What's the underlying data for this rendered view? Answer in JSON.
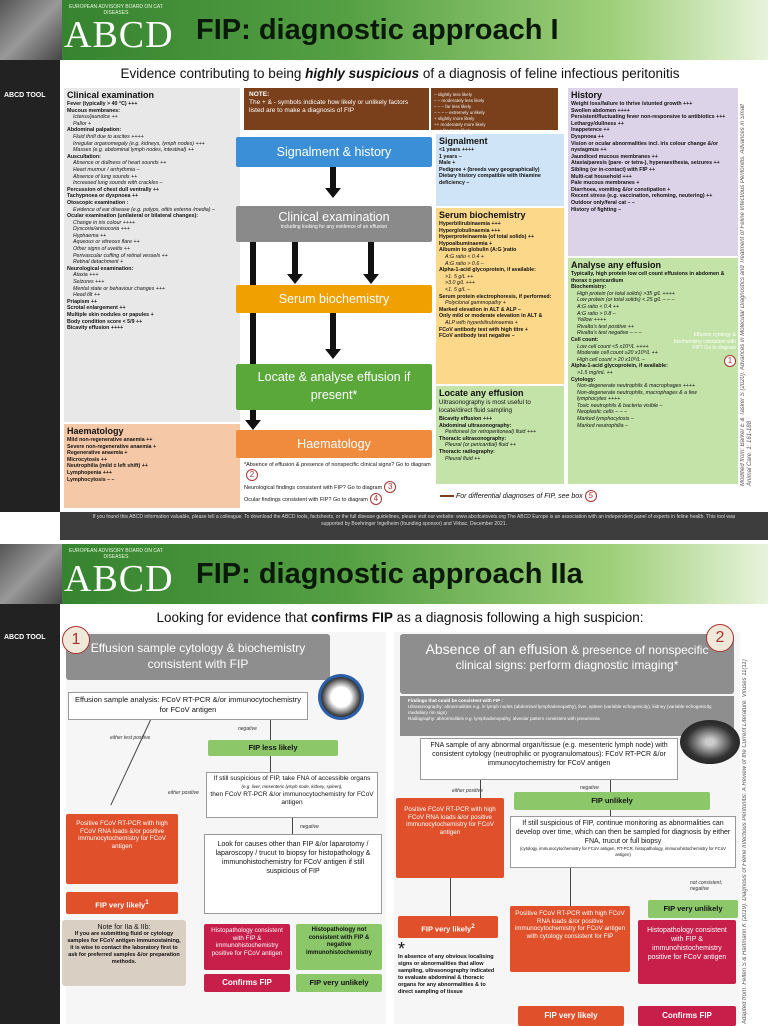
{
  "page1": {
    "logo_sub": "EUROPEAN ADVISORY BOARD ON CAT DISEASES",
    "logo": "ABCD",
    "title": "FIP: diagnostic approach I",
    "tool_label": "ABCD TOOL",
    "subtitle_pre": "Evidence contributing to being ",
    "subtitle_em": "highly suspicious",
    "subtitle_post": " of a diagnosis of feline infectious peritonitis",
    "clinical": {
      "title": "Clinical examination",
      "lines": [
        {
          "t": "Fever (typically > 40 °C) +++",
          "c": "b"
        },
        {
          "t": "Mucous membranes:",
          "c": "b"
        },
        {
          "t": "Icterus/jaundice ++",
          "c": "ind"
        },
        {
          "t": "Pallor +",
          "c": "ind"
        },
        {
          "t": "Abdominal palpation:",
          "c": "b"
        },
        {
          "t": "Fluid thrill due to ascites ++++",
          "c": "ind"
        },
        {
          "t": "Irregular organomegaly (e.g. kidneys, lymph nodes) +++",
          "c": "ind"
        },
        {
          "t": "Masses (e.g. abdominal lymph nodes, intestinal) ++",
          "c": "ind"
        },
        {
          "t": "Auscultation:",
          "c": "b"
        },
        {
          "t": "Absence or dullness of heart sounds ++",
          "c": "ind"
        },
        {
          "t": "Heart murmur / arrhythmia –",
          "c": "ind"
        },
        {
          "t": "Absence of lung sounds ++",
          "c": "ind"
        },
        {
          "t": "Increased lung sounds with crackles –",
          "c": "ind"
        },
        {
          "t": "Percussion of chest dull ventrally ++",
          "c": "b"
        },
        {
          "t": "Tachypnoea or dyspnoea ++",
          "c": "b"
        },
        {
          "t": "Otoscopic examination :",
          "c": "b"
        },
        {
          "t": "Evidence of ear disease (e.g. polyps, otitis externa /media) –",
          "c": "ind"
        },
        {
          "t": "Ocular examination (unilateral or bilateral changes):",
          "c": "b"
        },
        {
          "t": "Change in iris colour ++++",
          "c": "ind"
        },
        {
          "t": "Dyscoria/anisocoria +++",
          "c": "ind"
        },
        {
          "t": "Hyphaema ++",
          "c": "ind"
        },
        {
          "t": "Aqueous or vitreous flare ++",
          "c": "ind"
        },
        {
          "t": "Other signs of uveitis ++",
          "c": "ind"
        },
        {
          "t": "Perivascular cuffing of retinal vessels ++",
          "c": "ind"
        },
        {
          "t": "Retinal detachment +",
          "c": "ind"
        },
        {
          "t": "Neurological examination:",
          "c": "b"
        },
        {
          "t": "Ataxia +++",
          "c": "ind"
        },
        {
          "t": "Seizures +++",
          "c": "ind"
        },
        {
          "t": "Mental state or behaviour changes +++",
          "c": "ind"
        },
        {
          "t": "Head tilt ++",
          "c": "ind"
        },
        {
          "t": "Priapism ++",
          "c": "b"
        },
        {
          "t": "Scrotal enlargement ++",
          "c": "b"
        },
        {
          "t": "Multiple skin nodules or papules +",
          "c": "b"
        },
        {
          "t": "Body condition score < 5/9 ++",
          "c": "b"
        },
        {
          "t": "Bicavity effusion ++++",
          "c": "b"
        }
      ]
    },
    "haem": {
      "title": "Haematology",
      "lines": [
        "Mild non-regenerative anaemia ++",
        "Severe non-regenerative anaemia +",
        "Regenerative anaemia +",
        "Microcytosis ++",
        "Neutrophilia (mild ± left shift) ++",
        "Lymphopenia +++",
        "Lymphocytosis – –"
      ]
    },
    "note": {
      "title": "NOTE:",
      "text": "The + & - symbols indicate how likely or unlikely factors listed are to make a diagnosis of FIP",
      "legend_left": [
        "– slightly less likely",
        "– – moderately less likely",
        "– – – far less likely",
        "– – – – extremely unlikely"
      ],
      "legend_right": [
        "+ slightly more likely",
        "++ moderately more likely",
        "+++ far more likely",
        "++++ extremely likely"
      ]
    },
    "flow": {
      "signalment": "Signalment & history",
      "clinical": "Clinical examination",
      "clinical_sub": "including looking for any evidence of an effusion",
      "serum": "Serum biochemistry",
      "effusion": "Locate & analyse effusion if present*",
      "haem": "Haematology"
    },
    "footnotes": {
      "n1": "*Absence of effusion & presence of nonspecific clinical signs? Go to diagram",
      "n1c": "2",
      "n2": "Neurological findings consistent with FIP? Go to diagram",
      "n2c": "3",
      "n3": "Ocular findings consistent with FIP? Go to diagram",
      "n3c": "4",
      "diff": "For differential diagnoses of FIP, see box",
      "diffc": "5"
    },
    "signalment": {
      "title": "Signalment",
      "lines": [
        "<1 years ++++",
        "1 years –",
        "Male +",
        "Pedigree + (breeds vary geographically)",
        "Dietary history compatible with thiamine",
        "deficiency –"
      ]
    },
    "serum": {
      "title": "Serum biochemistry",
      "lines": [
        {
          "t": "Hyperbilirubinaemia +++",
          "c": "b"
        },
        {
          "t": "Hyperglobulinaemia +++",
          "c": "b"
        },
        {
          "t": "Hyperproteinaemia (of total solids) ++",
          "c": "b"
        },
        {
          "t": "Hypoalbuminaemia +",
          "c": "b"
        },
        {
          "t": "Albumin to globulin (A:G )ratio",
          "c": "b"
        },
        {
          "t": "A:G ratio < 0.4 +",
          "c": "ind"
        },
        {
          "t": "A:G ratio > 0.6 –",
          "c": "ind"
        },
        {
          "t": "Alpha-1-acid glycoprotein, if available:",
          "c": "b"
        },
        {
          "t": ">1. 5 g/L ++",
          "c": "ind"
        },
        {
          "t": ">3.0 g/L +++",
          "c": "ind"
        },
        {
          "t": "<1. 5 g/L –",
          "c": "ind"
        },
        {
          "t": "Serum protein electrophoresis, if performed:",
          "c": "b"
        },
        {
          "t": "Polyclonal gammopathy +",
          "c": "ind"
        },
        {
          "t": "Marked elevation in ALT & ALP –",
          "c": "b"
        },
        {
          "t": "Only mild or moderate elevation in ALT &",
          "c": "b"
        },
        {
          "t": "ALP with hyperbilirubinaemia +",
          "c": "ind"
        },
        {
          "t": "FCoV antibody test with high titre +",
          "c": "b"
        },
        {
          "t": "FCoV antibody test negative –",
          "c": "b"
        }
      ]
    },
    "locate": {
      "title": "Locate any effusion",
      "text": "Ultrasonography is most useful to locate/direct fluid sampling",
      "lines": [
        {
          "t": "Bicavity effusion +++",
          "c": "b"
        },
        {
          "t": "Abdominal ultrasonography:",
          "c": "b"
        },
        {
          "t": "Peritoneal (or retroperitoneal) fluid +++",
          "c": "ind"
        },
        {
          "t": "Thoracic ultrasonography:",
          "c": "b"
        },
        {
          "t": "Pleural (or pericardial) fluid ++",
          "c": "ind"
        },
        {
          "t": "Thoracic radiography:",
          "c": "b"
        },
        {
          "t": "Pleural fluid ++",
          "c": "ind"
        }
      ]
    },
    "history": {
      "title": "History",
      "lines": [
        "Weight loss/failure to thrive /stunted growth +++",
        "Swollen abdomen ++++",
        "Persistent/fluctuating fever non-responsive to antibiotics +++",
        "Lethargy/dullness ++",
        "Inappetence ++",
        "Dyspnoea ++",
        "Vision or ocular abnormalities incl. iris colour change &/or",
        "nystagmus ++",
        "Jaundiced mucous membranes ++",
        "Ataxia/paresis (pare- or tetra-), hyperaesthesia, seizures ++",
        "Sibling (or in-contact) with FIP ++",
        "Multi-cat household +++",
        "Pale mucous membranes +",
        "Diarrhoea, vomiting &/or constipation +",
        "Recent stress (e.g. vaccination, rehoming, neutering) ++",
        "Outdoor only/feral cat – –",
        "History of fighting –"
      ]
    },
    "analyse": {
      "title": "Analyse any effusion",
      "text": "Typically, high protein low cell count effusions in abdomen & thorax ± pericardium",
      "lines": [
        {
          "t": "Biochemistry:",
          "c": "b"
        },
        {
          "t": "High protein (or total solids) >35 g/L ++++",
          "c": "ind"
        },
        {
          "t": "Low protein (or total solids) < 25 g/L – – –",
          "c": "ind"
        },
        {
          "t": "A:G ratio < 0.4 ++",
          "c": "ind"
        },
        {
          "t": "A:G ratio > 0.8 –",
          "c": "ind"
        },
        {
          "t": "Yellow ++++",
          "c": "ind"
        },
        {
          "t": "Rivalta's test positive ++",
          "c": "ind"
        },
        {
          "t": "Rivalta's test negative – – –",
          "c": "ind"
        },
        {
          "t": "Cell count:",
          "c": "b"
        },
        {
          "t": "Low cell count <5 x10⁹/L ++++",
          "c": "ind"
        },
        {
          "t": "Moderate cell count ≥20 x10⁹/L ++",
          "c": "ind"
        },
        {
          "t": "High cell count > 20 x10⁹/L –",
          "c": "ind"
        },
        {
          "t": "Alpha-1-acid glycoprotein, if available:",
          "c": "b"
        },
        {
          "t": ">1.5 mg/mL ++",
          "c": "ind"
        },
        {
          "t": "Cytology:",
          "c": "b"
        },
        {
          "t": "Non-degenerate neutrophils & macrophages ++++",
          "c": "ind"
        },
        {
          "t": "Non-degenerate neutrophils, macrophages & a few",
          "c": "ind"
        },
        {
          "t": "lymphocytes ++++",
          "c": "ind"
        },
        {
          "t": "Toxic neutrophils & bacteria visible –",
          "c": "ind"
        },
        {
          "t": "Neoplastic cells – – –",
          "c": "ind"
        },
        {
          "t": "Marked lymphocytosis –",
          "c": "ind"
        },
        {
          "t": "Marked neutrophilia –",
          "c": "ind"
        }
      ],
      "aside": "Effusion cytology & biochemistry consistent with FIP? Go to diagram",
      "asidec": "1"
    },
    "strip": "Modified from: Barker E & Tasker S (2020). Advances in Molecular Diagnostics and Treatment of Feline Infectious Peritonitis. Advances in Small Animal Care. 1: 161-188",
    "footer": "If you found this ABCD information valuable, please tell a colleague. To download the ABCD tools, factsheets, or the full disease guidelines, please visit our website: www.abcdcatsvets.org The ABCD Europe is an association with an independent panel of experts in feline health. This tool was supported by Boehringer Ingelheim (founding sponsor) and Virbac. December 2021."
  },
  "page2": {
    "logo_sub": "EUROPEAN ADVISORY BOARD ON CAT DISEASES",
    "logo": "ABCD",
    "title": "FIP: diagnostic approach IIa",
    "tool_label": "ABCD TOOL",
    "subtitle_pre": "Looking for evidence that ",
    "subtitle_em": "confirms FIP",
    "subtitle_post": " as a diagnosis following a high suspicion:",
    "strip": "Adapted from: Felten S & Hartmann K (2019). Diagnosis of Feline Infectious Peritonitis: A Review of the Current Literature. Viruses 11(11)",
    "left": {
      "num": "1",
      "head": "Effusion sample cytology & biochemistry consistent with FIP",
      "analysis": "Effusion sample analysis: FCoV RT-PCR &/or immunocytochemistry for FCoV antigen",
      "either_test": "either test positive",
      "negative": "negative",
      "less_likely": "FIP less likely",
      "either_pos": "either positive",
      "suspicious": "If still suspicious of FIP, take FNA of accessible organs",
      "suspicious_eg": "(e.g. liver, mesenteric lymph node, kidney, spleen),",
      "suspicious_then": "then FCoV RT-PCR &/or immunocytochemistry for FCoV antigen",
      "negative2": "negative",
      "positive": "Positive FCoV RT-PCR with high FCoV RNA loads &/or positive immunocytochemistry for FCoV antigen",
      "very_likely": "FIP very likely",
      "very_likely_sup": "1",
      "look": "Look for causes other than FIP &/or laparotomy / laparoscopy / trucut to biopsy for histopathology & immunohistochemistry for FCoV antigen if still suspicious of FIP",
      "note_title": "Note for IIa & IIb:",
      "note_text": "If you are submitting fluid or cytology samples for FCoV antigen immunostaining, it is wise to contact the laboratory first to ask for preferred samples &/or preparation methods.",
      "histo": "Histopathology consistent with FIP & immunohistochemistry positive for FCoV antigen",
      "histo_not": "Histopathology not consistent with FIP & negative immunohistochemistry",
      "confirms": "Confirms FIP",
      "unlikely": "FIP very unlikely"
    },
    "right": {
      "num": "2",
      "head_a": "Absence of an effusion",
      "head_b": " & presence of nonspecific clinical signs: perform diagnostic imaging*",
      "findings": "Findings that could be consistent with FIP :",
      "us": "Ultrasonography: abnormalities e.g. in lymph nodes (abdominal lymphadenopathy), liver, spleen (variable echogenicity), kidney (variable echogenicity, medullary rim sign)",
      "rad": "Radiography: abnormalities e.g. lymphadenopathy, alveolar pattern consistent with pneumonia",
      "fna": "FNA sample of any abnormal organ/tissue (e.g. mesenteric lymph node) with consistent cytology (neutrophilic or pyogranulomatous): FCoV RT-PCR &/or immunocytochemistry for FCoV antigen",
      "either_pos": "either positive",
      "negative": "negative",
      "unlikely": "FIP unlikely",
      "monitor": "If still suspicious of FIP, continue monitoring as abnormalities can develop over time, which can then be sampled for diagnosis by either FNA, trucut or full biopsy",
      "monitor_sub": "(cytology, immunocytochemistry for FCoV antigen, RT-PCR, histopathology, immunohistochemistry for FCoV antigen)",
      "positive": "Positive FCoV RT-PCR with high FCoV RNA loads &/or positive immunocytochemistry for FCoV antigen",
      "very_likely": "FIP very likely",
      "very_likely_sup": "2",
      "pos_cyto": "Positive FCoV RT-PCR with high FCoV RNA loads &/or positive immunocytochemistry for FCoV antigen with cytology consistent for FIP",
      "not_consistent": "not consistent, negative",
      "very_unlikely": "FIP very unlikely",
      "histo": "Histopathology consistent with FIP & immunohistochemistry positive for FCoV antigen",
      "star_text": "In absence of any obvious localising signs or abnormalities that allow sampling, ultrasonography indicated to evaluate abdominal & thoracic organs for any abnormalities & to direct sampling of tissue",
      "bottom_a": "FIP very likely",
      "bottom_b": "Confirms FIP"
    }
  }
}
